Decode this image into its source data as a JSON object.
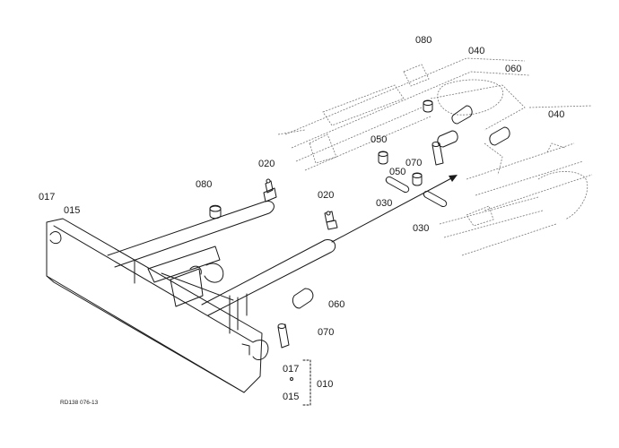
{
  "labels": {
    "l080_top": "080",
    "l040_top": "040",
    "l060_top": "060",
    "l040_right": "040",
    "l050_upper": "050",
    "l050_lower": "050",
    "l070_upper": "070",
    "l030_mid": "030",
    "l030_right": "030",
    "l020_top": "020",
    "l020_mid": "020",
    "l080_left": "080",
    "l017_left": "017",
    "l015_left": "015",
    "l060_lower": "060",
    "l070_lower": "070",
    "l017_bottom": "017",
    "l015_bottom": "015",
    "l010": "010"
  },
  "drawing_code": "RD138 076-13",
  "colors": {
    "line": "#1a1a1a",
    "faded": "#777777",
    "background": "#ffffff"
  }
}
